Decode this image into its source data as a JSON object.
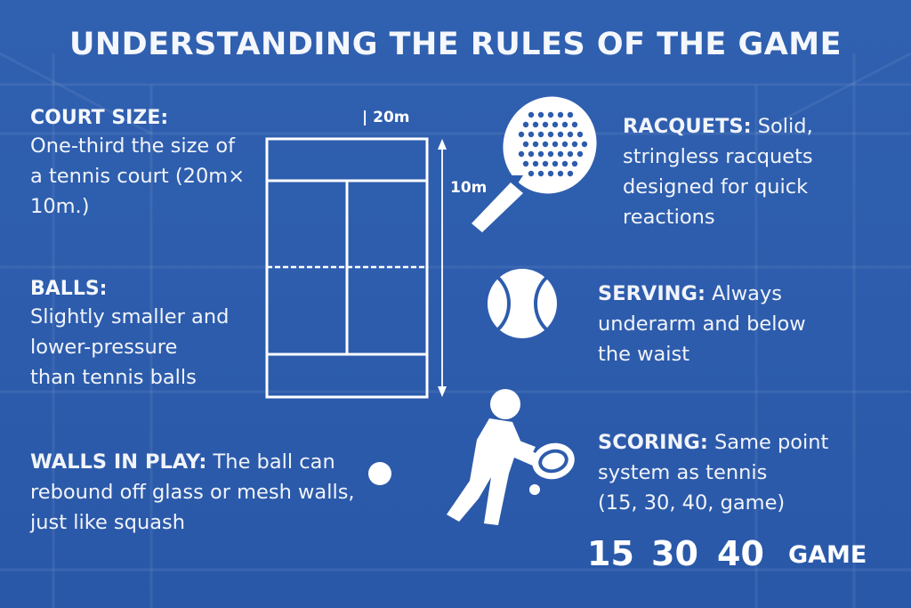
{
  "title": "UNDERSTANDING THE RULES OF THE GAME",
  "court_size": {
    "heading": "COURT SIZE:",
    "lines": [
      "One-third the size of",
      "a tennis court (20m×",
      "10m.)"
    ]
  },
  "court_diagram": {
    "width_label": "| 20m",
    "length_label": "10m"
  },
  "balls": {
    "heading": "BALLS:",
    "lines": [
      "Slightly smaller and",
      "lower-pressure",
      "than tennis balls"
    ]
  },
  "walls": {
    "heading": "WALLS IN PLAY:",
    "line1_rest": " The ball can",
    "lines": [
      "rebound off glass or mesh walls,",
      "just like squash"
    ]
  },
  "racquets": {
    "heading": "RACQUETS:",
    "line1_rest": " Solid,",
    "lines": [
      "stringless racquets",
      "designed for quick",
      "reactions"
    ]
  },
  "serving": {
    "heading": "SERVING:",
    "line1_rest": " Always",
    "lines": [
      "underarm and below",
      "the waist"
    ]
  },
  "scoring": {
    "heading": "SCORING:",
    "line1_rest": " Same point",
    "lines": [
      "system as tennis",
      "(15, 30, 40, game)"
    ]
  },
  "scoreboard": {
    "s1": "15",
    "s2": "30",
    "s3": "40",
    "s4": "GAME"
  },
  "icons": {
    "racquet": "padel-racquet-icon",
    "ball": "tennis-ball-icon",
    "player": "player-icon"
  },
  "colors": {
    "background": "#2d5cad",
    "foreground": "#ffffff"
  }
}
